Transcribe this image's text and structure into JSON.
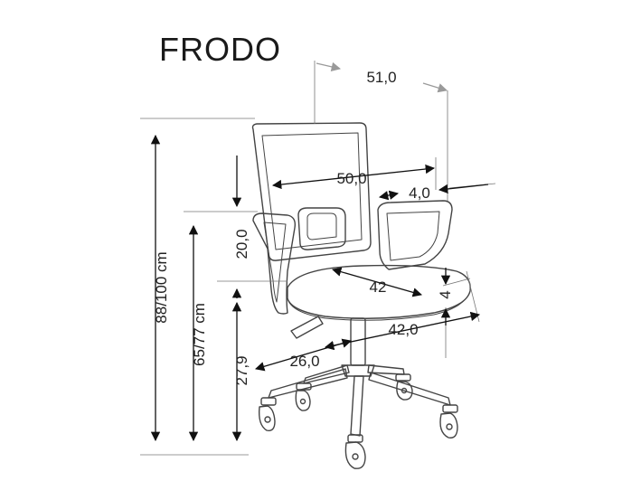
{
  "product": {
    "name": "FRODO"
  },
  "dimensions": {
    "total_height": "88/100 cm",
    "seat_height": "65/77 cm",
    "backrest_height": "20,0",
    "lower_height": "27,9",
    "depth": "51,0",
    "width": "50,0",
    "armrest_offset": "4,0",
    "seat_depth": "42",
    "seat_thickness": "4",
    "seat_width": "42,0",
    "base_radius": "26,0"
  },
  "colors": {
    "line": "#444444",
    "arrow": "#1a1a1a",
    "ghost_arrow": "#9a9a9a",
    "text": "#222222"
  }
}
